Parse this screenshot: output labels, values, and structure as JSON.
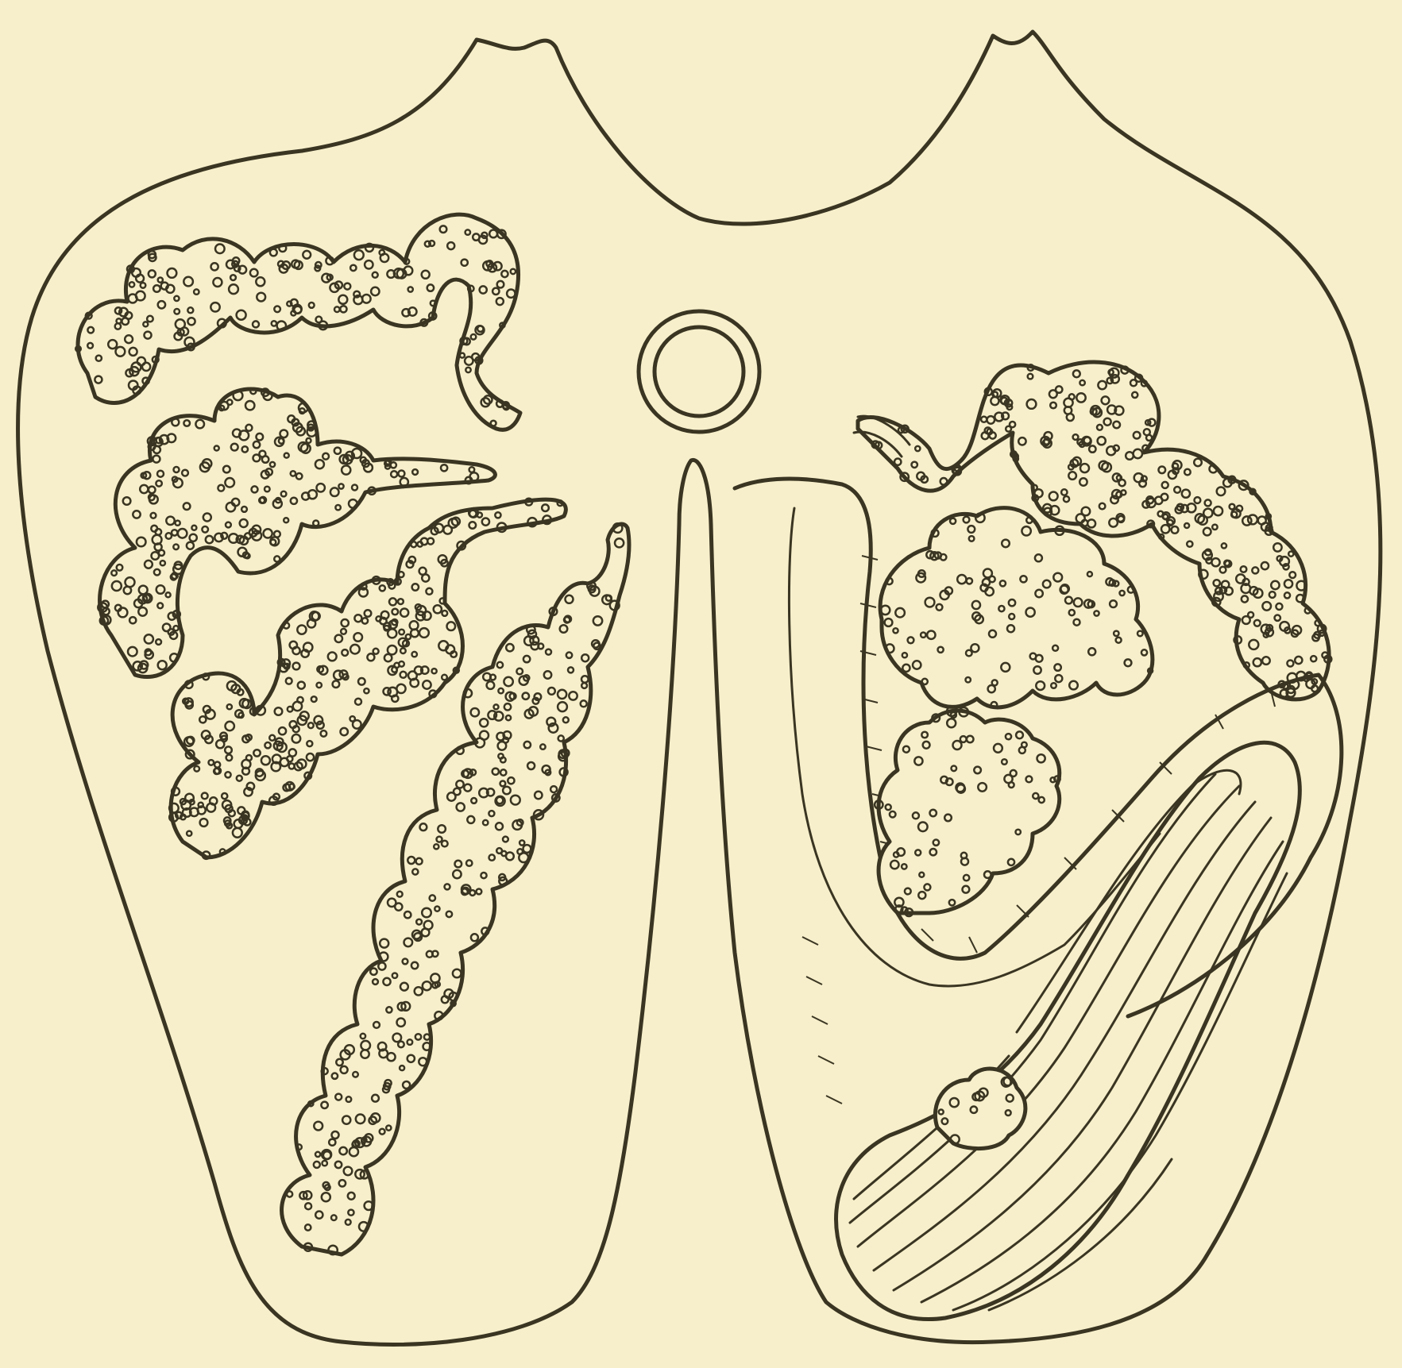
{
  "figure": {
    "caption": "",
    "colors": {
      "paper": "#f7efcb",
      "ink": "#3a3522"
    },
    "parts": [
      "outer-body-outline",
      "left-half-tubular-glands",
      "central-pore",
      "median-cleft",
      "right-half-tubular-glands",
      "right-half-folded-duct",
      "right-half-striated-lobe"
    ]
  }
}
